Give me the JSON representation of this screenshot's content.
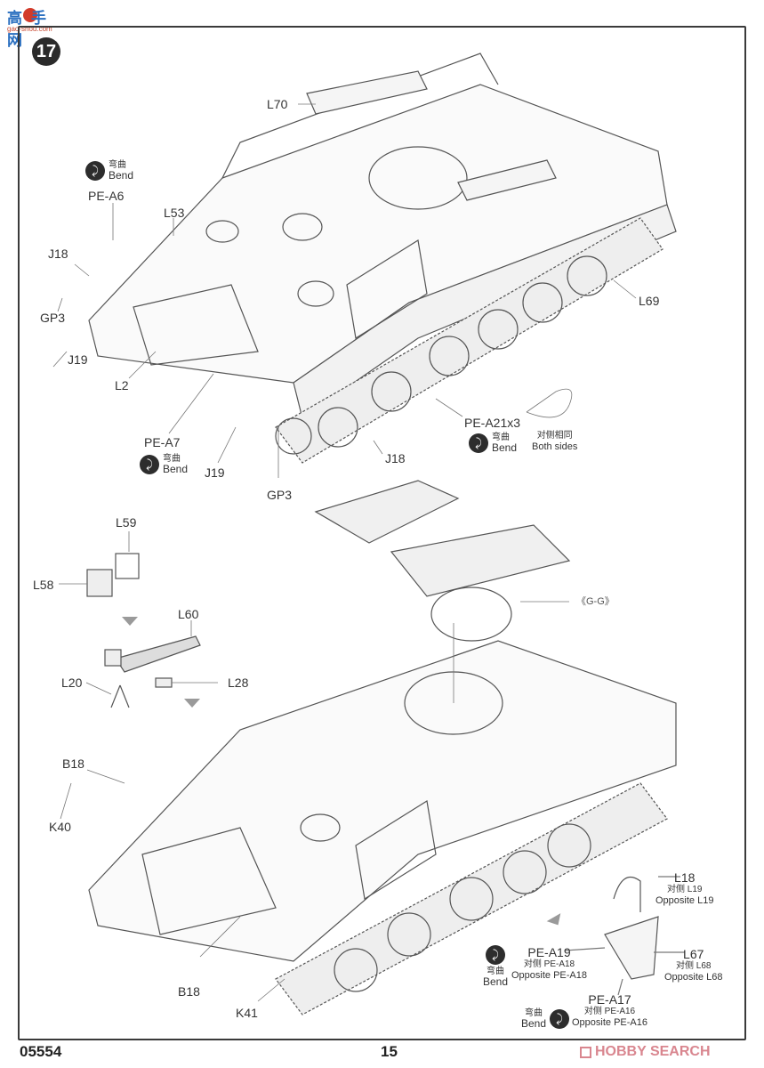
{
  "watermark": {
    "text": "高手网",
    "url_text": "gao-shou.com"
  },
  "step_number": "17",
  "top_assembly": {
    "labels": {
      "L70": "L70",
      "PE_A6": "PE-A6",
      "L53": "L53",
      "J18_left": "J18",
      "GP3_left": "GP3",
      "J19_left": "J19",
      "L2": "L2",
      "PE_A7": "PE-A7",
      "J19_bottom": "J19",
      "GP3_bottom": "GP3",
      "J18_bottom": "J18",
      "L69": "L69",
      "PE_A21": "PE-A21x3"
    },
    "bend_pe_a6": {
      "cn": "弯曲",
      "en": "Bend"
    },
    "bend_pe_a7": {
      "cn": "弯曲",
      "en": "Bend"
    },
    "bend_pe_a21": {
      "cn": "弯曲",
      "en": "Bend"
    },
    "both_sides": {
      "cn": "对侧相同",
      "en": "Both sides"
    }
  },
  "sub_assembly": {
    "labels": {
      "L59": "L59",
      "L58": "L58",
      "L60": "L60",
      "L20": "L20",
      "L28": "L28"
    }
  },
  "bottom_assembly": {
    "labels": {
      "GG": "《G-G》",
      "B18_top": "B18",
      "K40": "K40",
      "B18_bottom": "B18",
      "K41": "K41"
    },
    "detail": {
      "L18": {
        "part": "L18",
        "opp_cn": "对侧 L19",
        "opp_en": "Opposite L19"
      },
      "PE_A19": {
        "part": "PE-A19",
        "opp_cn": "对侧 PE-A18",
        "opp_en": "Opposite PE-A18"
      },
      "L67": {
        "part": "L67",
        "opp_cn": "对侧 L68",
        "opp_en": "Opposite L68"
      },
      "PE_A17": {
        "part": "PE-A17",
        "opp_cn": "对侧 PE-A16",
        "opp_en": "Opposite PE-A16"
      },
      "bend_a19": {
        "cn": "弯曲",
        "en": "Bend"
      },
      "bend_a17": {
        "cn": "弯曲",
        "en": "Bend"
      }
    }
  },
  "footer": {
    "product_code": "05554",
    "page_number": "15",
    "brand": "HOBBY SEARCH"
  }
}
